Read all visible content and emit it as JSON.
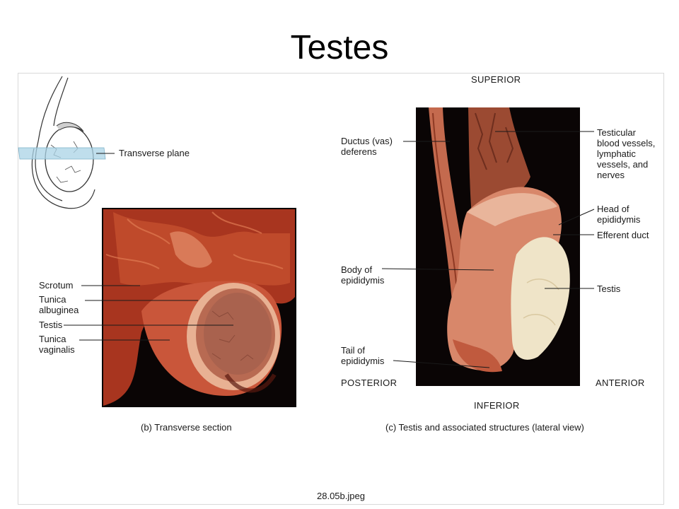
{
  "slide": {
    "title": "Testes"
  },
  "figure": {
    "file_name": "28.05b.jpeg",
    "sketch": {
      "plane_label": "Transverse plane"
    },
    "panel_b": {
      "caption": "(b) Transverse section",
      "labels": {
        "scrotum": "Scrotum",
        "tunica_albuginea": "Tunica\nalbuginea",
        "testis": "Testis",
        "tunica_vaginalis": "Tunica\nvaginalis"
      }
    },
    "panel_c": {
      "caption": "(c) Testis and associated structures (lateral view)",
      "orientation": {
        "superior": "SUPERIOR",
        "inferior": "INFERIOR",
        "posterior": "POSTERIOR",
        "anterior": "ANTERIOR"
      },
      "labels": {
        "ductus_deferens": "Ductus (vas)\ndeferens",
        "body_epididymis": "Body of\nepididymis",
        "tail_epididymis": "Tail of\nepididymis",
        "testicular_vessels": "Testicular\nblood vessels,\nlymphatic\nvessels, and\nnerves",
        "head_epididymis": "Head of\nepididymis",
        "efferent_duct": "Efferent duct",
        "testis": "Testis"
      }
    },
    "colors": {
      "photo_background": "#0a0505",
      "tissue_red": "#b8442a",
      "tissue_pink": "#e6a88a",
      "testis_cream": "#efe4c8",
      "plane_blue": "#a9d3e6"
    }
  }
}
